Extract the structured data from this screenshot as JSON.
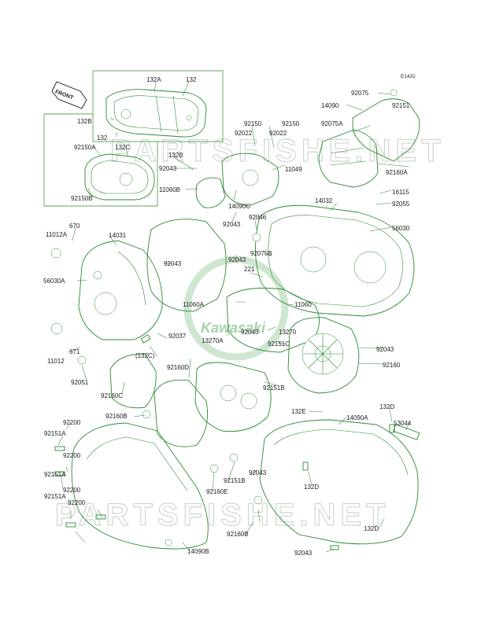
{
  "diagram": {
    "ref_code": "E1431",
    "front_arrow_label": "FRONT",
    "brand_mark": "Kawasaki",
    "watermark": "PARTSFISHE.NET",
    "colors": {
      "line": "#2d8a34",
      "text": "#1c1c1c",
      "watermark": "#cfd8cf",
      "brand": "#3e9a46"
    },
    "labels": [
      "132A",
      "132",
      "132B",
      "132",
      "92150A",
      "132C",
      "132B",
      "92043",
      "11060B",
      "92150B",
      "92150",
      "92022",
      "92150",
      "92022",
      "11049",
      "14090C",
      "92043",
      "92046",
      "92075B",
      "92075",
      "14090",
      "92151",
      "92075A",
      "92160A",
      "14032",
      "16115",
      "92055",
      "56030",
      "11012A",
      "670",
      "14031",
      "92043",
      "92043",
      "56030A",
      "11060A",
      "221",
      "11060",
      "671",
      "11012",
      "92043",
      "13270",
      "92151C",
      "13270A",
      "92037",
      "(132C)",
      "92160D",
      "92043",
      "92160",
      "92051",
      "92160C",
      "92151B",
      "92160B",
      "92200",
      "92151A",
      "92200",
      "92151A",
      "92200",
      "92200",
      "92151A",
      "92160E",
      "92151B",
      "92043",
      "92160B",
      "14090B",
      "132E",
      "14090A",
      "132D",
      "53044",
      "132D",
      "132D",
      "92043"
    ]
  }
}
